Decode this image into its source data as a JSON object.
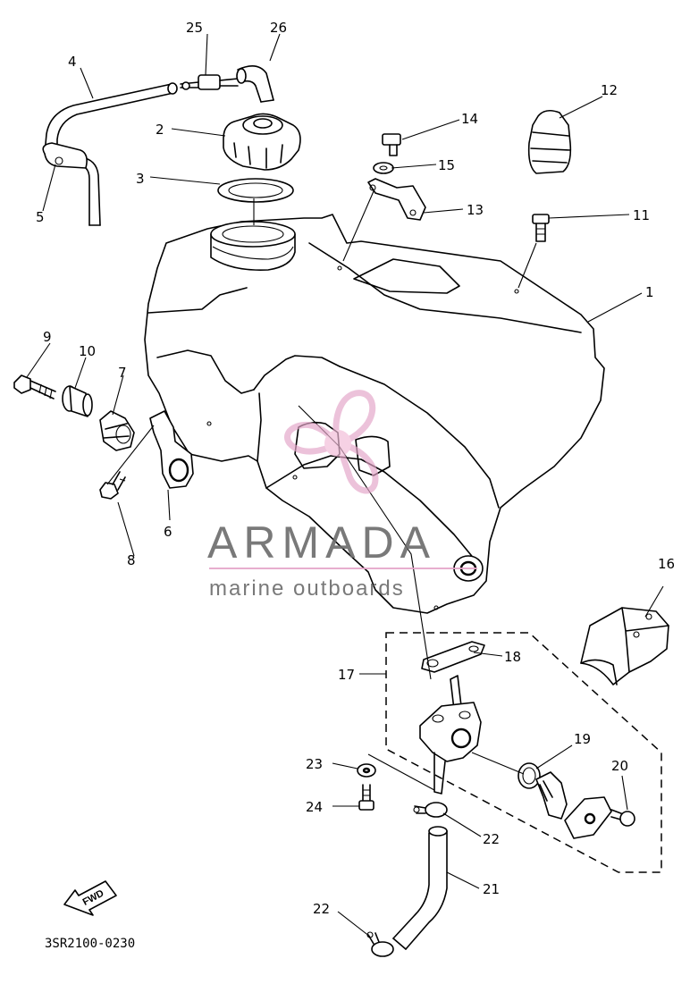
{
  "callouts": {
    "c1": "1",
    "c2": "2",
    "c3": "3",
    "c4": "4",
    "c5": "5",
    "c6": "6",
    "c7": "7",
    "c8": "8",
    "c9": "9",
    "c10": "10",
    "c11": "11",
    "c12": "12",
    "c13": "13",
    "c14": "14",
    "c15": "15",
    "c16": "16",
    "c17": "17",
    "c18": "18",
    "c19": "19",
    "c20": "20",
    "c21": "21",
    "c22a": "22",
    "c22b": "22",
    "c23": "23",
    "c24": "24",
    "c25": "25",
    "c26": "26"
  },
  "watermark": {
    "name": "ARMADA",
    "tagline": "marine outboards"
  },
  "drawing_code": "3SR2100-0230",
  "direction_badge": "FWD"
}
